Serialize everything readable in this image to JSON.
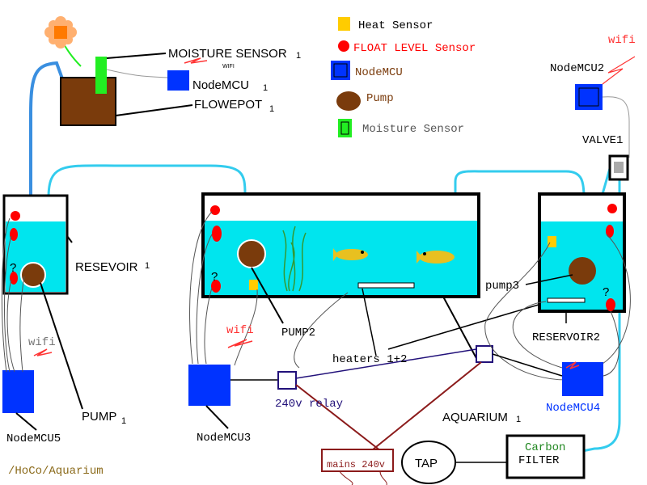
{
  "legend": {
    "heat_sensor": "Heat Sensor",
    "float_level_sensor": "FLOAT LEVEL Sensor",
    "nodemcu": "NodeMCU",
    "pump": "Pump",
    "moisture_sensor": "Moisture Sensor"
  },
  "labels": {
    "moisture_sensor_1": "MOISTURE SENSOR",
    "moisture_sensor_1_sub": "1",
    "wifi_small": "WIFI",
    "nodemcu_1": "NodeMCU",
    "nodemcu_1_sub": "1",
    "flowerpot_1": "FLOWEPOT",
    "flowerpot_1_sub": "1",
    "nodemcu_2": "NodeMCU2",
    "wifi": "wifi",
    "valve_1": "VALVE1",
    "reservoir_1": "RESEVOIR",
    "reservoir_1_sub": "1",
    "pump_1": "PUMP",
    "pump_1_sub": "1",
    "nodemcu_5": "NodeMCU5",
    "pump_2": "PUMP2",
    "nodemcu_3": "NodeMCU3",
    "heaters": "heaters 1+2",
    "relay": "240v relay",
    "aquarium_1": "AQUARIUM",
    "aquarium_1_sub": "1",
    "pump_3": "pump3",
    "reservoir_2": "RESERVOIR2",
    "nodemcu_4": "NodeMCU4",
    "mains": "mains 240v",
    "tap": "TAP",
    "carbon": "Carbon",
    "filter": "FILTER",
    "project": "/HoCo/Aquarium",
    "question": "?"
  },
  "colors": {
    "water": "#00e5ee",
    "tank_border": "#000000",
    "pipe": "#33ccee",
    "pipe_dark": "#3a8fe0",
    "nodemcu": "#0033ff",
    "float": "#ff0000",
    "heat": "#ffcc00",
    "pump": "#7a3b0c",
    "moisture": "#22ee22",
    "soil": "#7a3b0c",
    "relay": "#22117a",
    "mains": "#8b1a1a",
    "wifi": "#ff3333",
    "fish": "#e8c020",
    "plant": "#339933",
    "carbon_text": "#228822",
    "project_text": "#8b6a1a"
  }
}
